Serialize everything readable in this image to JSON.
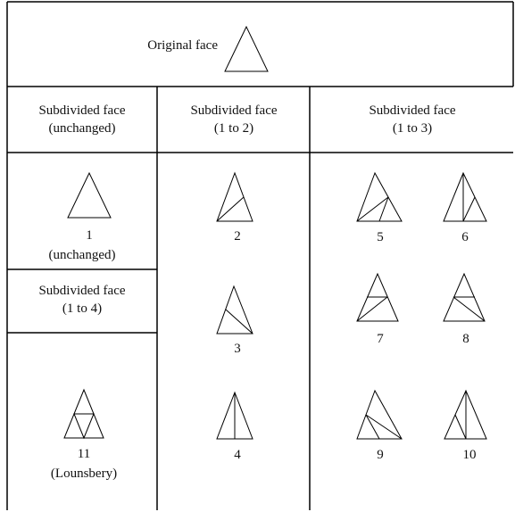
{
  "header": {
    "original_label": "Original face"
  },
  "columns": {
    "unchanged": {
      "line1": "Subdivided face",
      "line2": "(unchanged)"
    },
    "one_to_two": {
      "line1": "Subdivided face",
      "line2": "(1 to 2)"
    },
    "one_to_three": {
      "line1": "Subdivided face",
      "line2": "(1 to 3)"
    },
    "one_to_four": {
      "line1": "Subdivided face",
      "line2": "(1 to 4)"
    }
  },
  "cases": [
    {
      "id": "case-1",
      "number": "1",
      "note": "(unchanged)"
    },
    {
      "id": "case-2",
      "number": "2",
      "note": ""
    },
    {
      "id": "case-3",
      "number": "3",
      "note": ""
    },
    {
      "id": "case-4",
      "number": "4",
      "note": ""
    },
    {
      "id": "case-5",
      "number": "5",
      "note": ""
    },
    {
      "id": "case-6",
      "number": "6",
      "note": ""
    },
    {
      "id": "case-7",
      "number": "7",
      "note": ""
    },
    {
      "id": "case-8",
      "number": "8",
      "note": ""
    },
    {
      "id": "case-9",
      "number": "9",
      "note": ""
    },
    {
      "id": "case-10",
      "number": "10",
      "note": ""
    },
    {
      "id": "case-11",
      "number": "11",
      "note": "(Lounsbery)"
    }
  ]
}
